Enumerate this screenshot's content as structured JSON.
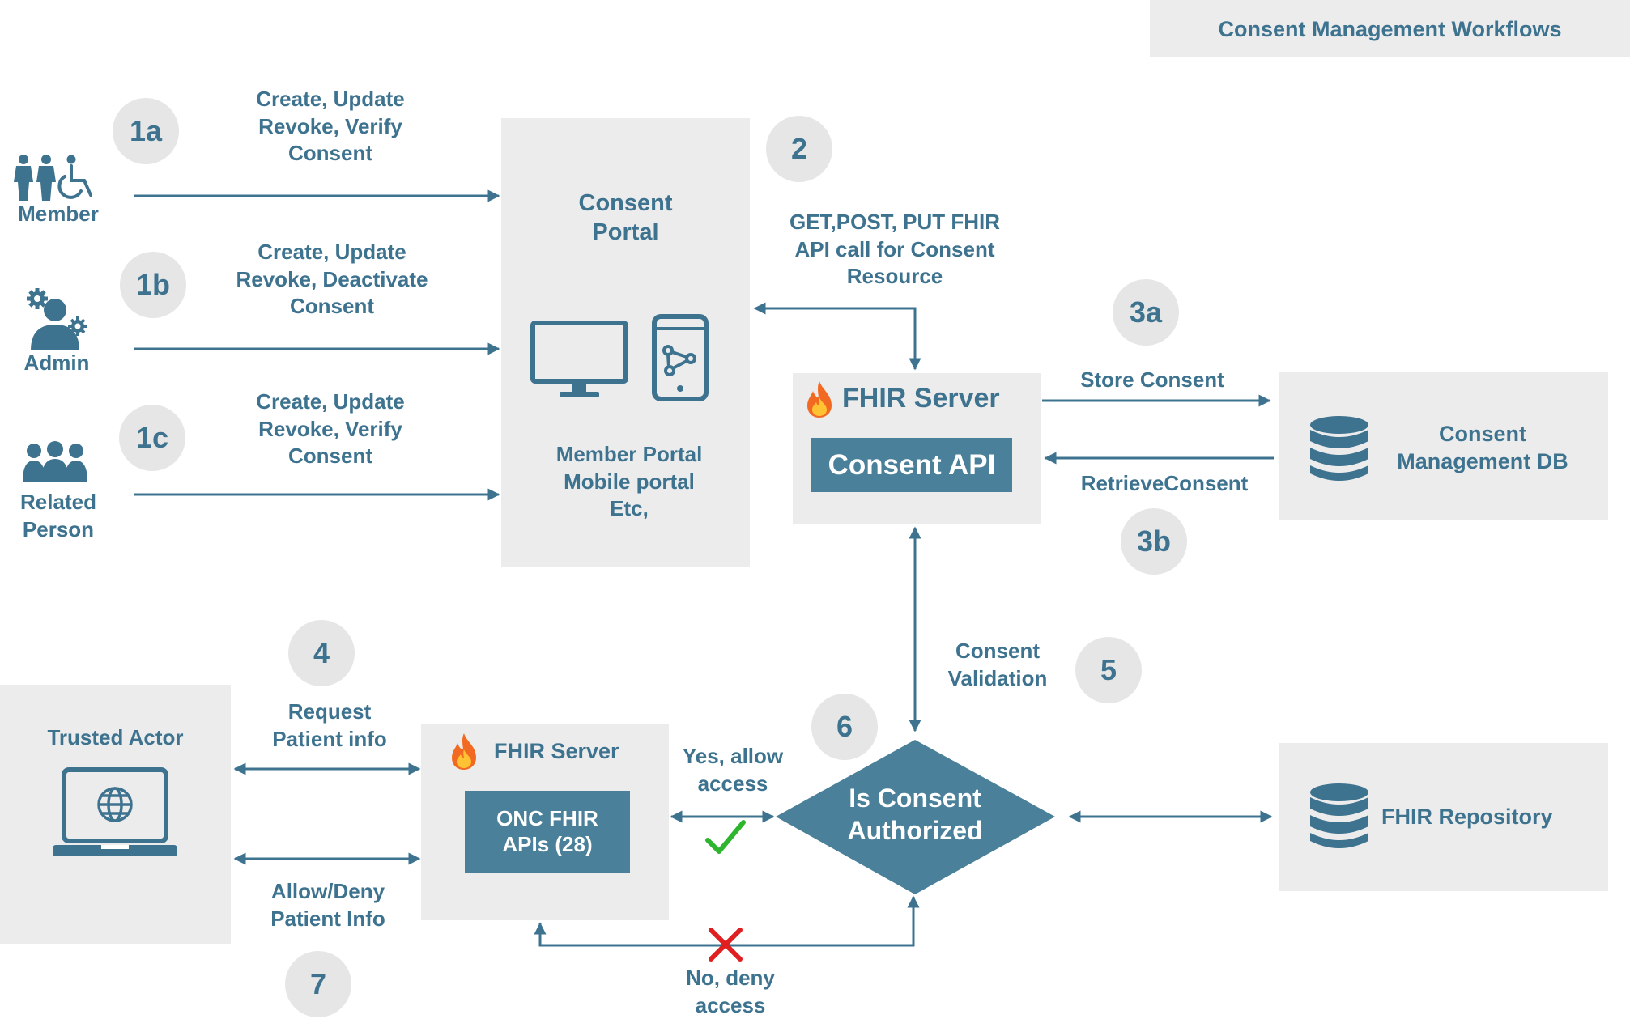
{
  "title": "Consent Management Workflows",
  "actors": {
    "member": "Member",
    "admin": "Admin",
    "related_person": [
      "Related",
      "Person"
    ],
    "trusted_actor": "Trusted Actor"
  },
  "steps": {
    "s1a": "1a",
    "s1b": "1b",
    "s1c": "1c",
    "s2": "2",
    "s3a": "3a",
    "s3b": "3b",
    "s4": "4",
    "s5": "5",
    "s6": "6",
    "s7": "7"
  },
  "edge_labels": {
    "e1a": [
      "Create, Update",
      "Revoke, Verify",
      "Consent"
    ],
    "e1b": [
      "Create, Update",
      "Revoke, Deactivate",
      "Consent"
    ],
    "e1c": [
      "Create, Update",
      "Revoke, Verify",
      "Consent"
    ],
    "e2": [
      "GET,POST, PUT FHIR",
      "API call for Consent",
      "Resource"
    ],
    "store": "Store Consent",
    "retrieve": "RetrieveConsent",
    "validation": [
      "Consent",
      "Validation"
    ],
    "request": [
      "Request",
      "Patient info"
    ],
    "allow_deny": [
      "Allow/Deny",
      "Patient Info"
    ],
    "yes": [
      "Yes, allow",
      "access"
    ],
    "no": [
      "No, deny",
      "access"
    ]
  },
  "nodes": {
    "consent_portal": {
      "title": [
        "Consent",
        "Portal"
      ],
      "subtitle": [
        "Member Portal",
        "Mobile portal",
        "Etc,"
      ]
    },
    "fhir_server_top": {
      "title": "FHIR Server",
      "api": "Consent API"
    },
    "consent_db": [
      "Consent",
      "Management DB"
    ],
    "fhir_server_bottom": {
      "title": "FHIR Server",
      "api": [
        "ONC FHIR",
        "APIs (28)"
      ]
    },
    "decision": [
      "Is Consent",
      "Authorized"
    ],
    "fhir_repository": "FHIR Repository"
  },
  "colors": {
    "primary": "#3e7390",
    "api_fill": "#4a8099",
    "box": "#ececec",
    "circle": "#e6e6e6",
    "check": "#2db52d",
    "cross": "#e02020",
    "flame": "#f26a21"
  },
  "icons": [
    "members-icon",
    "admin-icon",
    "related-person-icon",
    "monitor-icon",
    "mobile-icon",
    "flame-icon",
    "database-icon",
    "laptop-globe-icon",
    "check-icon",
    "cross-icon"
  ]
}
